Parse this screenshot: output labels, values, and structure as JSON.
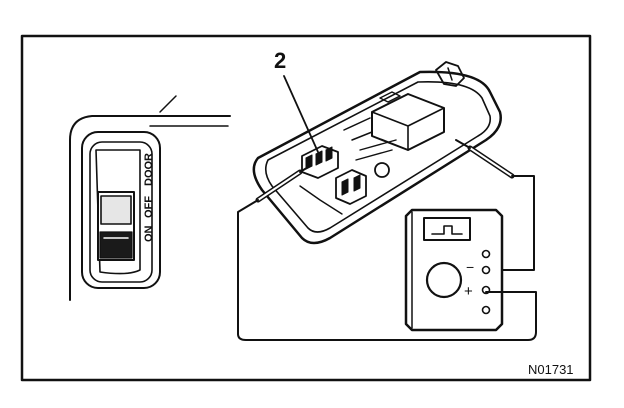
{
  "diagram": {
    "callout_number": "2",
    "switch_labels": {
      "on": "ON",
      "off": "OFF",
      "door": "DOOR"
    },
    "meter_polarity": {
      "negative": "−",
      "positive": "+"
    },
    "figure_code": "N01731"
  },
  "colors": {
    "ink": "#111111",
    "background": "#ffffff"
  }
}
